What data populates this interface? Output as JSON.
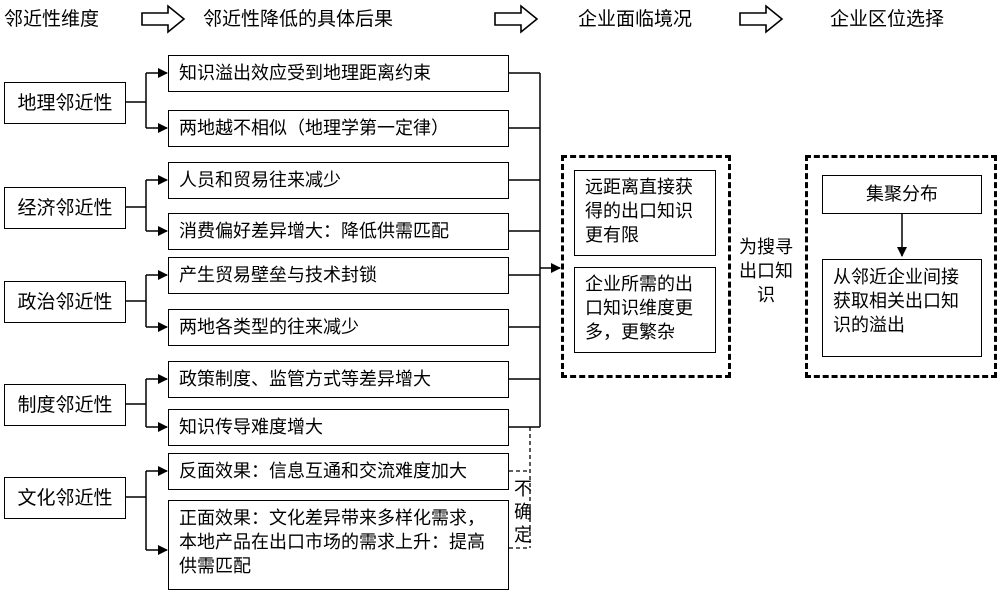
{
  "headers": {
    "dimension": "邻近性维度",
    "consequence": "邻近性降低的具体后果",
    "situation": "企业面临境况",
    "choice": "企业区位选择"
  },
  "dimensions": [
    {
      "label": "地理邻近性",
      "consequences": [
        "知识溢出效应受到地理距离约束",
        "两地越不相似（地理学第一定律）"
      ]
    },
    {
      "label": "经济邻近性",
      "consequences": [
        "人员和贸易往来减少",
        "消费偏好差异增大：降低供需匹配"
      ]
    },
    {
      "label": "政治邻近性",
      "consequences": [
        "产生贸易壁垒与技术封锁",
        "两地各类型的往来减少"
      ]
    },
    {
      "label": "制度邻近性",
      "consequences": [
        "政策制度、监管方式等差异增大",
        "知识传导难度增大"
      ]
    },
    {
      "label": "文化邻近性",
      "consequences": [
        "反面效果：信息互通和交流难度加大",
        "正面效果：文化差异带来多样化需求，本地产品在出口市场的需求上升：提高供需匹配"
      ]
    }
  ],
  "uncertain_label": "不确定",
  "situation_boxes": [
    "远距离直接获得的出口知识更有限",
    "企业所需的出口知识维度更多，更繁杂"
  ],
  "search_label": "为搜寻出口知识",
  "choice_boxes": [
    "集聚分布",
    "从邻近企业间接获取相关出口知识的溢出"
  ]
}
